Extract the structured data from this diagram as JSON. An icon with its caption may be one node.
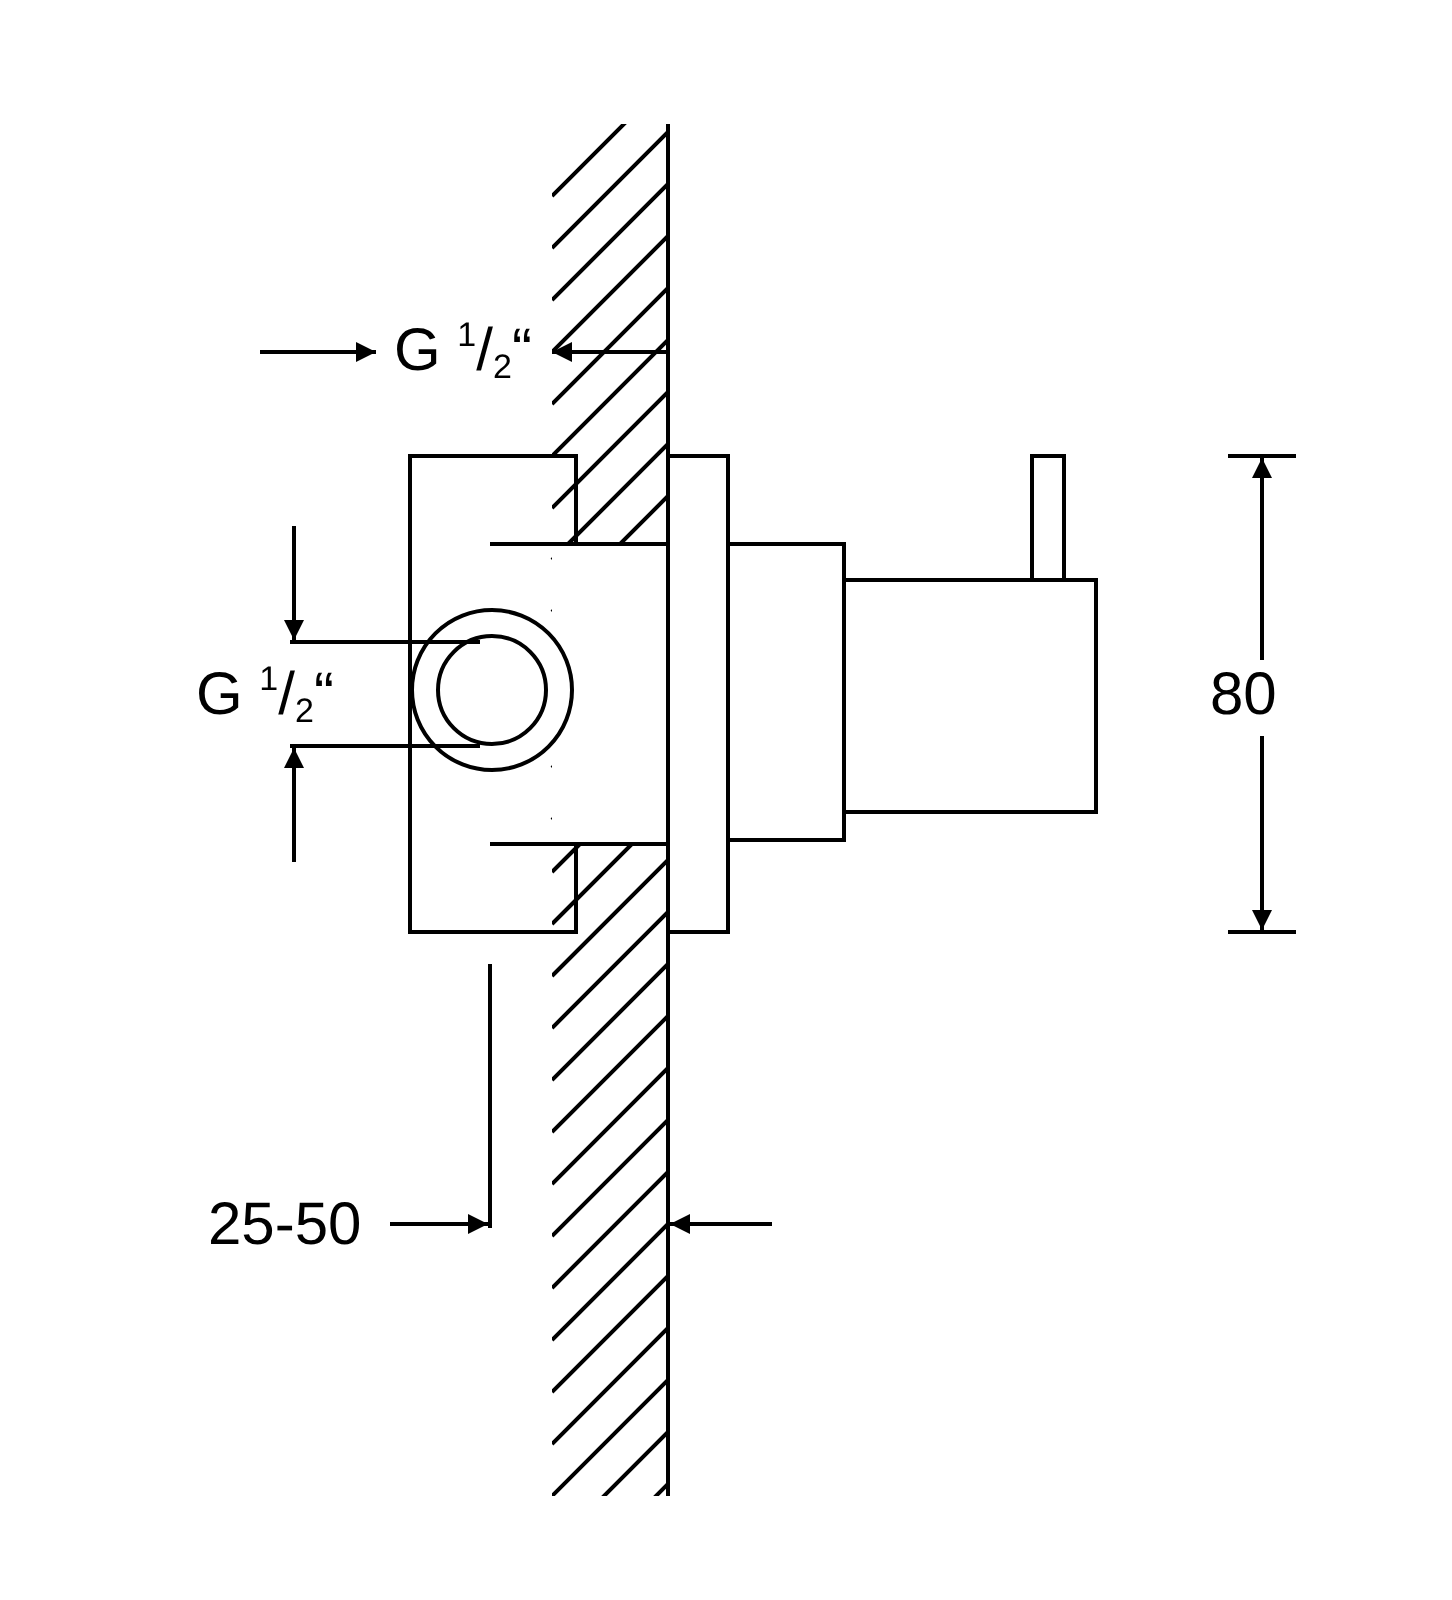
{
  "diagram": {
    "labels": [
      "G $^{1}$/$_{2}$“",
      "G $^{1}$/$_{2}$“",
      "80",
      "25-50"
    ]
  }
}
